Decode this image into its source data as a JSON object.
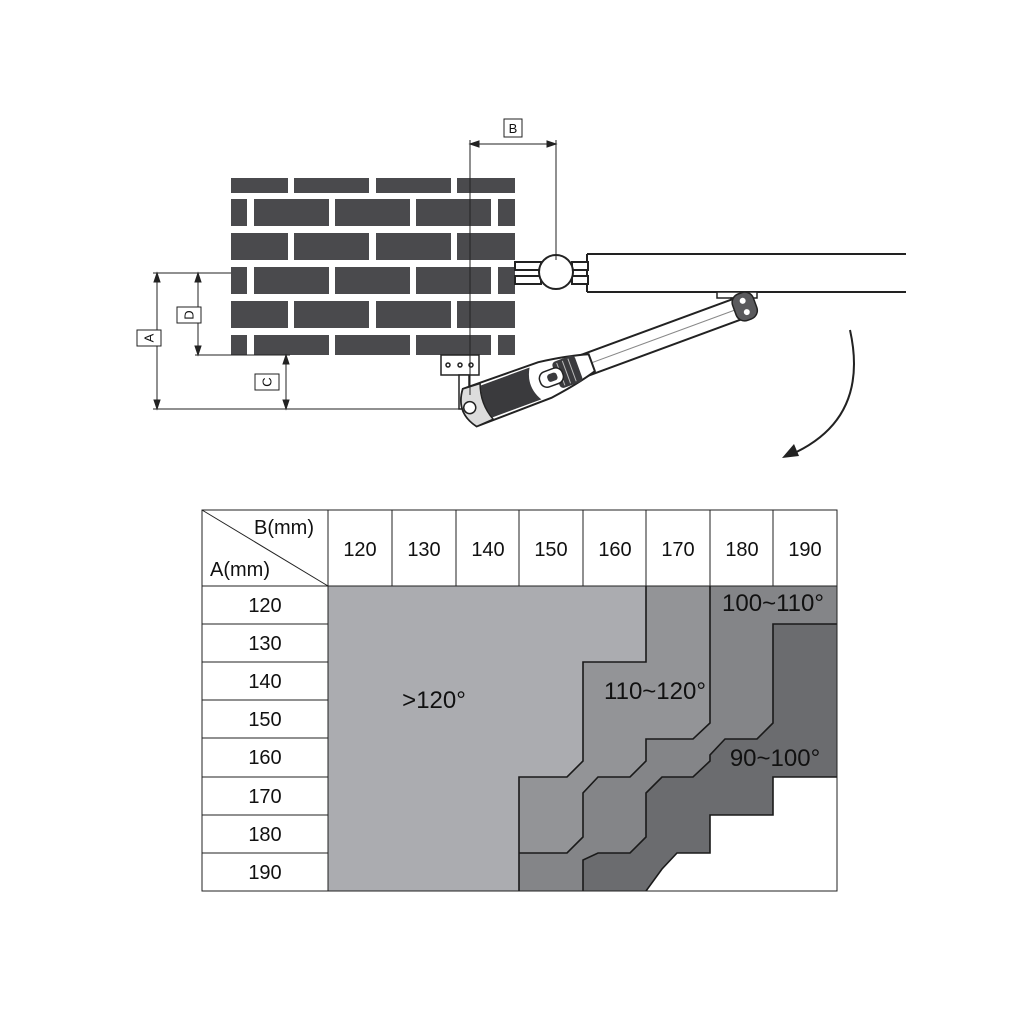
{
  "diagram": {
    "dim_labels": {
      "a": "A",
      "b": "B",
      "c": "C",
      "d": "D"
    }
  },
  "table": {
    "corner_b": "B(mm)",
    "corner_a": "A(mm)",
    "b_values": [
      "120",
      "130",
      "140",
      "150",
      "160",
      "170",
      "180",
      "190"
    ],
    "a_values": [
      "120",
      "130",
      "140",
      "150",
      "160",
      "170",
      "180",
      "190"
    ],
    "zones": [
      {
        "label": ">120°",
        "color": "#abacb0"
      },
      {
        "label": "110~120°",
        "color": "#939497"
      },
      {
        "label": "100~110°",
        "color": "#848588"
      },
      {
        "label": "90~100°",
        "color": "#6b6c6f"
      }
    ],
    "empty_color": "#ffffff"
  }
}
